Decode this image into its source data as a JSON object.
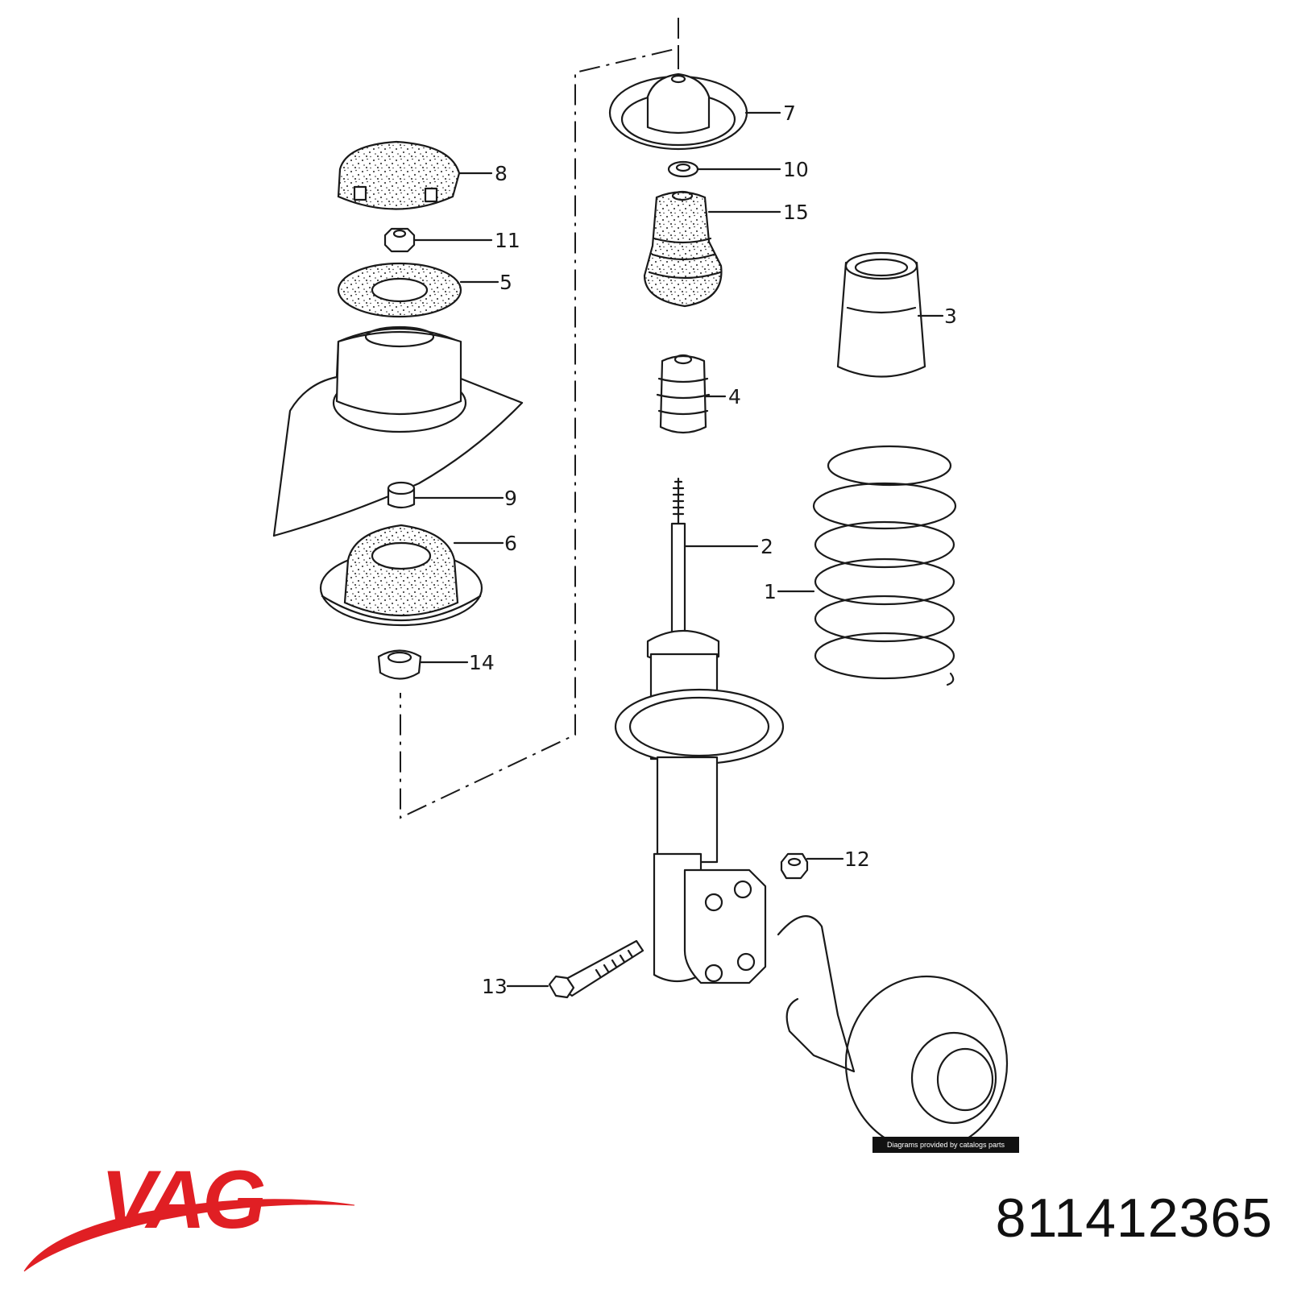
{
  "diagram": {
    "callouts": [
      {
        "id": "callout-7",
        "number": "7"
      },
      {
        "id": "callout-10",
        "number": "10"
      },
      {
        "id": "callout-15",
        "number": "15"
      },
      {
        "id": "callout-8",
        "number": "8"
      },
      {
        "id": "callout-11",
        "number": "11"
      },
      {
        "id": "callout-5",
        "number": "5"
      },
      {
        "id": "callout-3",
        "number": "3"
      },
      {
        "id": "callout-4",
        "number": "4"
      },
      {
        "id": "callout-9",
        "number": "9"
      },
      {
        "id": "callout-6",
        "number": "6"
      },
      {
        "id": "callout-2",
        "number": "2"
      },
      {
        "id": "callout-1",
        "number": "1"
      },
      {
        "id": "callout-14",
        "number": "14"
      },
      {
        "id": "callout-12",
        "number": "12"
      },
      {
        "id": "callout-13",
        "number": "13"
      }
    ],
    "credit": "Diagrams provided by catalogs parts"
  },
  "brand": {
    "logo_text": "VAG",
    "logo_color": "#e01f24"
  },
  "part_number": "811412365"
}
